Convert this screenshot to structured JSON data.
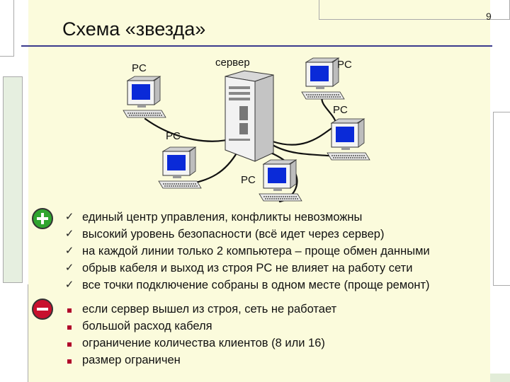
{
  "slide": {
    "title": "Схема «звезда»",
    "page_number": "9"
  },
  "diagram": {
    "server_label": "сервер",
    "pc_labels": [
      "PC",
      "PC",
      "PC",
      "PC",
      "PC"
    ]
  },
  "advantages": {
    "icon": "plus-icon",
    "items": [
      "единый центр управления, конфликты невозможны",
      "высокий уровень безопасности (всё идет через сервер)",
      "на каждой линии только 2 компьютера – проще обмен данными",
      "обрыв кабеля и выход из строя PC не влияет на работу сети",
      "все точки подключение собраны в одном месте (проще ремонт)"
    ]
  },
  "disadvantages": {
    "icon": "minus-icon",
    "items": [
      "если сервер вышел из строя, сеть не работает",
      "большой расход кабеля",
      "ограничение количества клиентов (8 или 16)",
      "размер ограничен"
    ]
  },
  "colors": {
    "background_panel": "#fbfbdc",
    "accent_green": "#2fa52f",
    "accent_red": "#c8102e",
    "screen_blue": "#0a2ad8"
  }
}
